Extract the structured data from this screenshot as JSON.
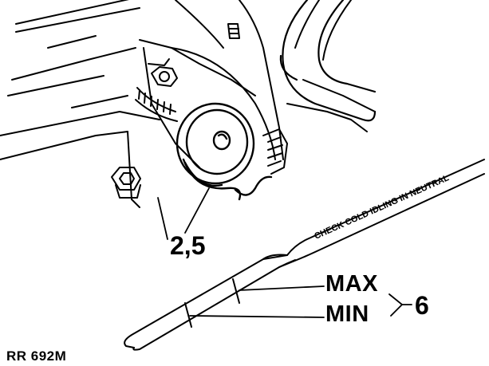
{
  "callouts": {
    "part_ref": "2,5",
    "max": "MAX",
    "min": "MIN",
    "level_ref": "6"
  },
  "dipstick_text": "CHECK COLD IDLING IN NEUTRAL",
  "figure_ref": "RR 692M"
}
